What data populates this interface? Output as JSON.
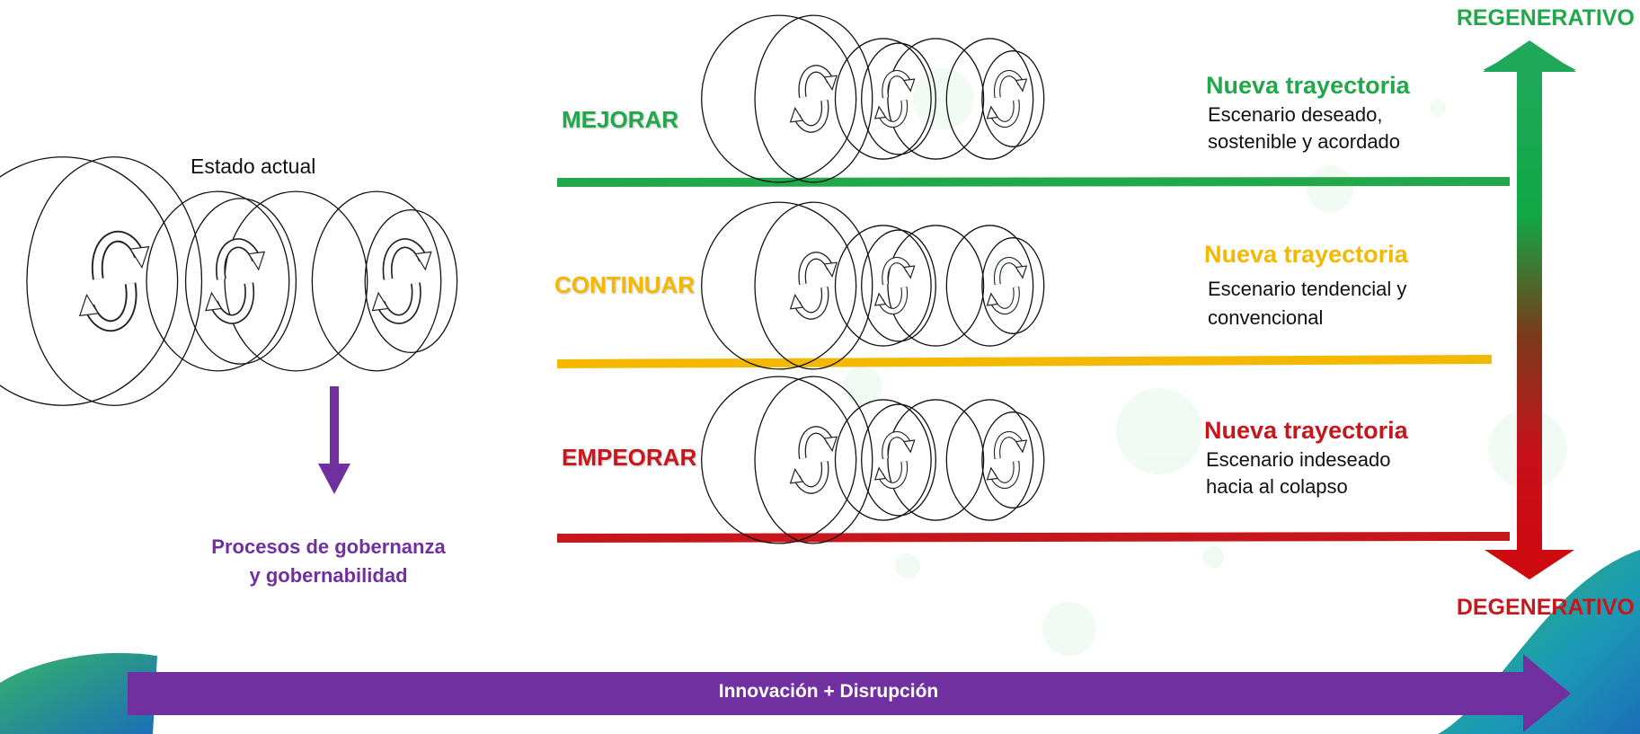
{
  "current_state": {
    "label": "Estado actual"
  },
  "governance": {
    "line1": "Procesos de gobernanza",
    "line2": "y gobernabilidad"
  },
  "axis": {
    "top_label": "REGENERATIVO",
    "bottom_label": "DEGENERATIVO"
  },
  "scenarios": [
    {
      "label": "MEJORAR",
      "title": "Nueva trayectoria",
      "desc_line1": "Escenario deseado,",
      "desc_line2": "sostenible y acordado",
      "color": "#22a84a"
    },
    {
      "label": "CONTINUAR",
      "title": "Nueva trayectoria",
      "desc_line1": "Escenario tendencial y",
      "desc_line2": "convencional",
      "color": "#f5b800"
    },
    {
      "label": "EMPEORAR",
      "title": "Nueva trayectoria",
      "desc_line1": "Escenario indeseado",
      "desc_line2": "hacia al colapso",
      "color": "#c8161d"
    }
  ],
  "bottom_arrow": {
    "label": "Innovación + Disrupción"
  },
  "colors": {
    "purple": "#7030a0",
    "green": "#22a84a",
    "yellow": "#f5b800",
    "red": "#c8161d"
  }
}
